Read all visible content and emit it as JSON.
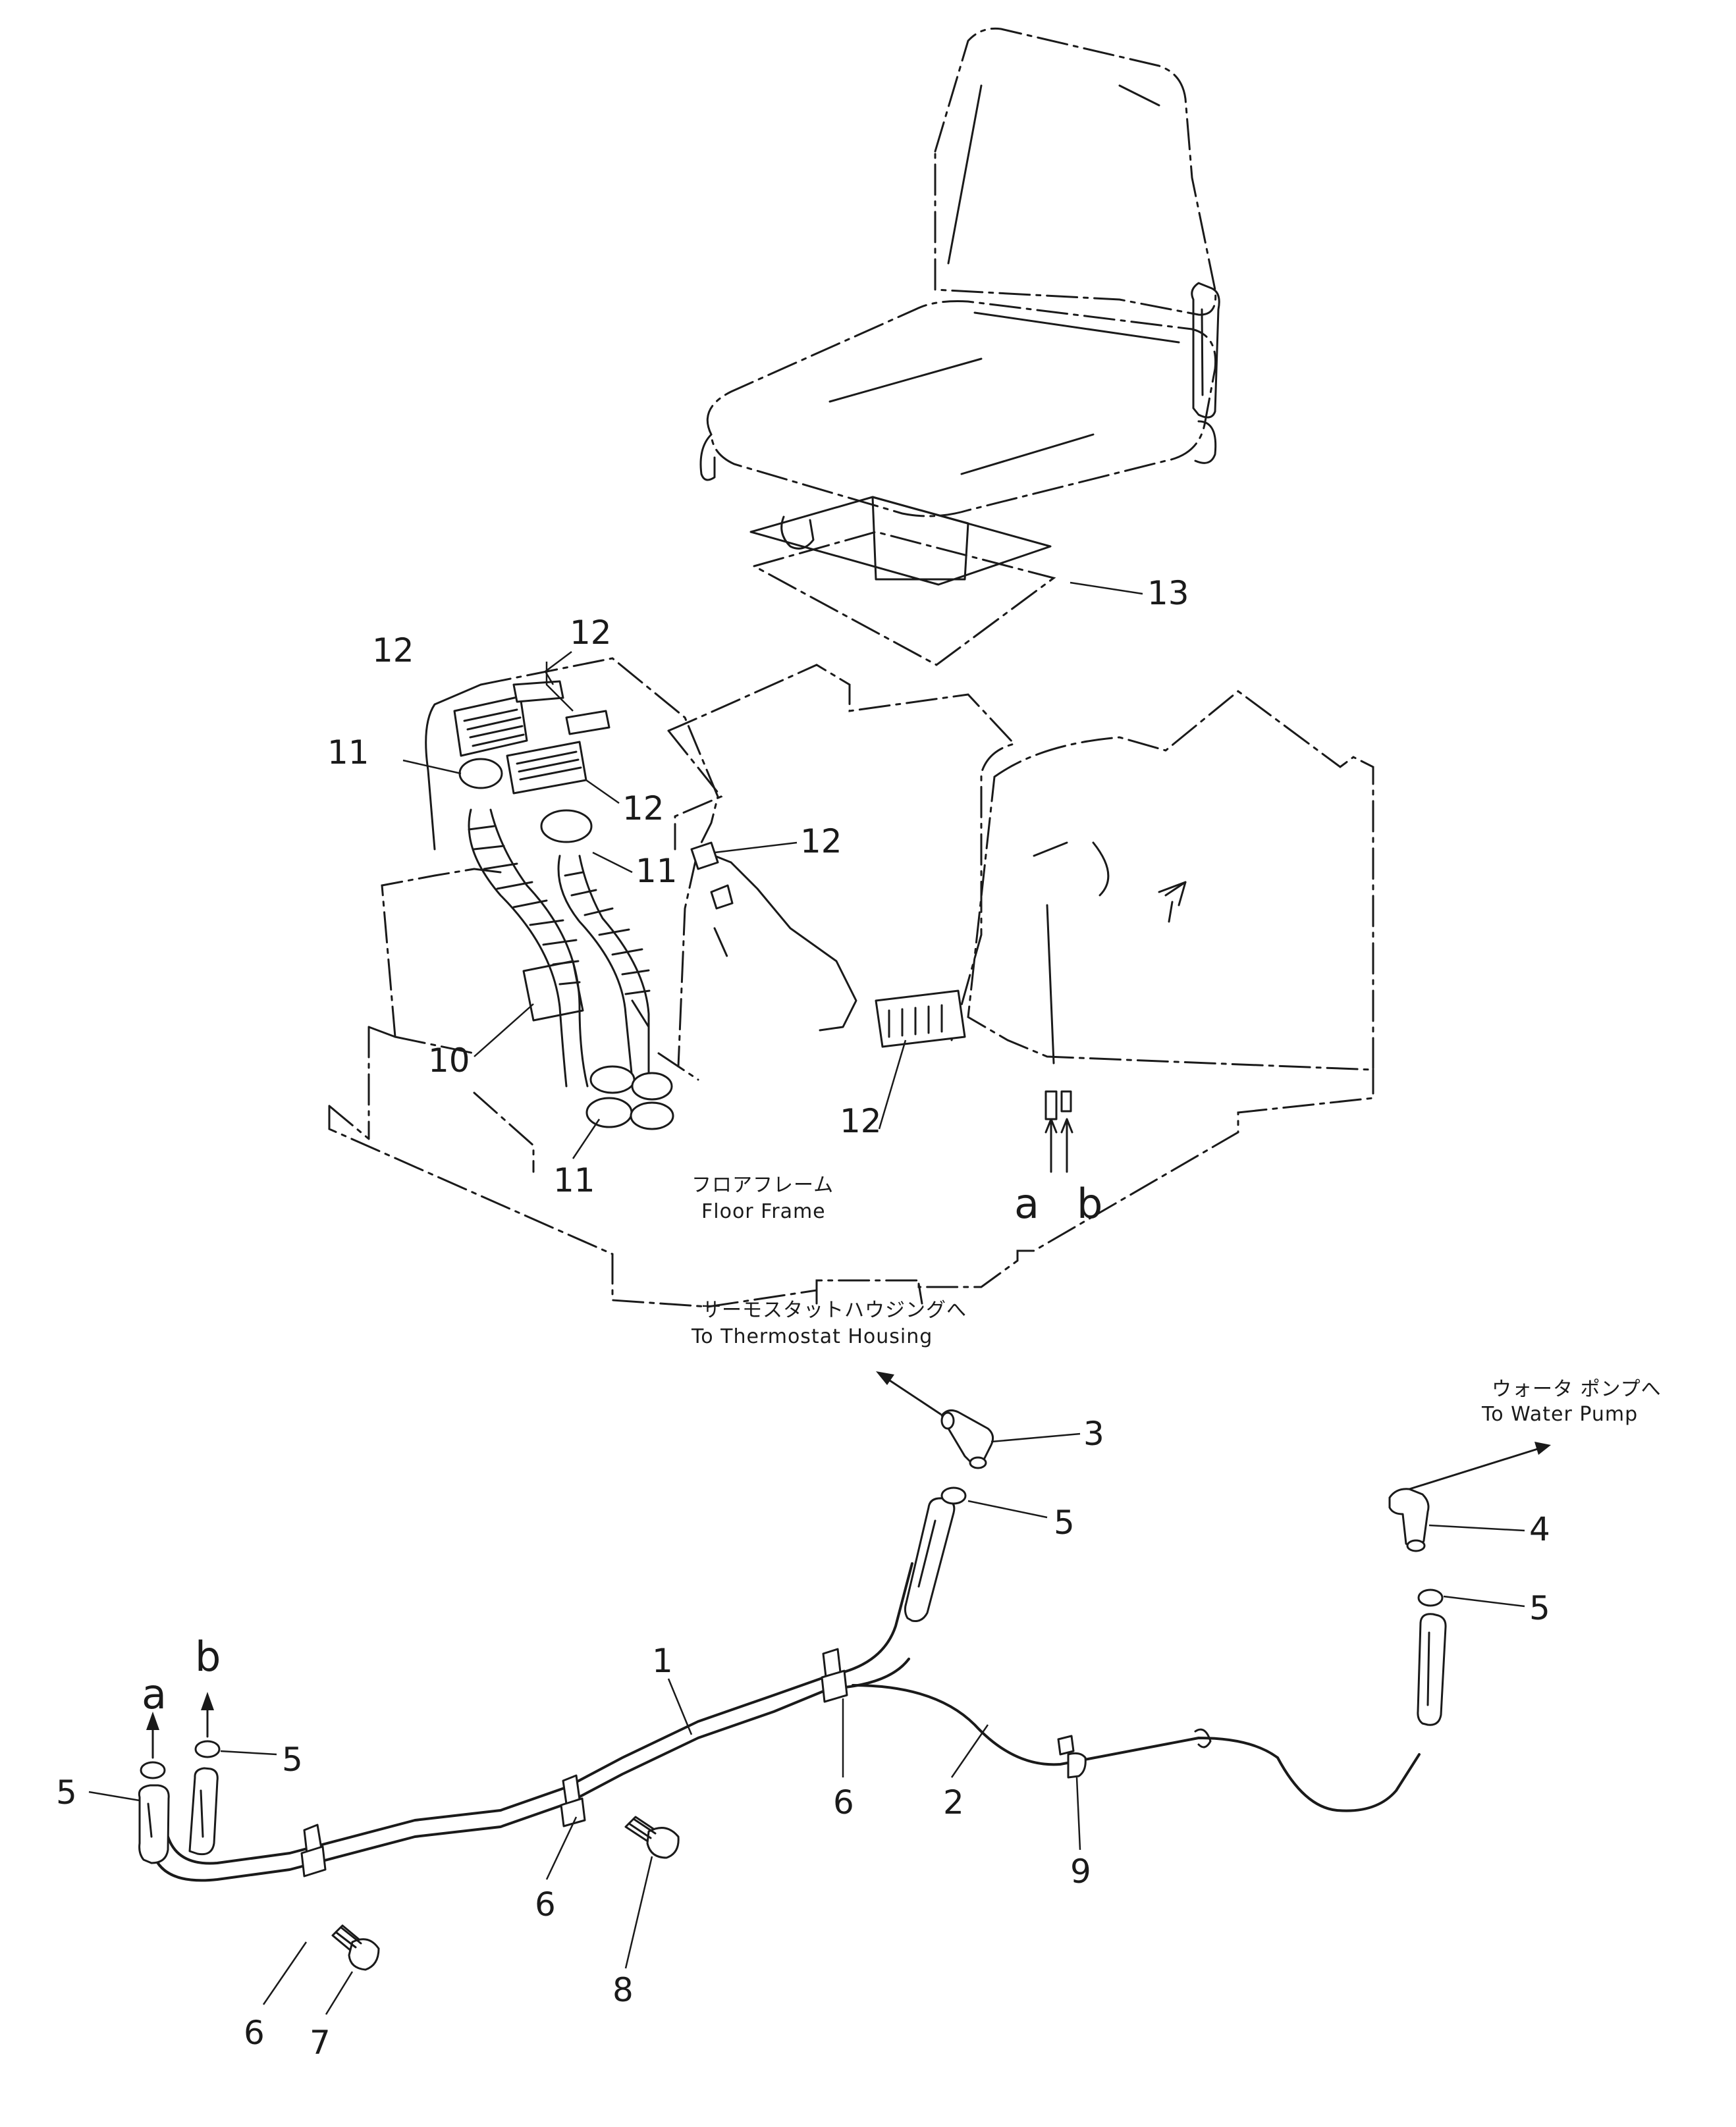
{
  "labels": {
    "floor_frame_jp": "フロアフレーム",
    "floor_frame_en": "Floor Frame",
    "thermostat_jp": "サーモスタットハウジングへ",
    "thermostat_en": "To Thermostat Housing",
    "water_pump_jp": "ウォータ ポンプへ",
    "water_pump_en": "To Water Pump"
  },
  "letters": {
    "a": "a",
    "b": "b"
  },
  "callouts": {
    "c1": "1",
    "c2": "2",
    "c3": "3",
    "c4": "4",
    "c5": "5",
    "c6": "6",
    "c7": "7",
    "c8": "8",
    "c9": "9",
    "c10": "10",
    "c11": "11",
    "c12": "12",
    "c13": "13"
  },
  "colors": {
    "ink": "#1a1a1a",
    "paper": "#ffffff"
  }
}
